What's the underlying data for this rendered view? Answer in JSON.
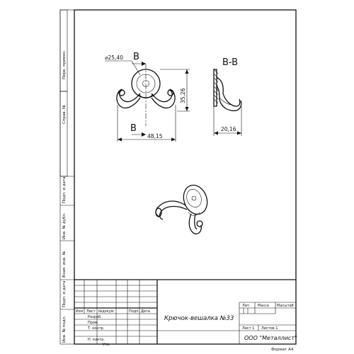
{
  "drawing": {
    "diameter_label": "⌀25,40",
    "section_letter": "B",
    "section_title": "B-B",
    "dim_height": "35,26",
    "dim_width": "48,15",
    "dim_depth": "20,16"
  },
  "side_strip": {
    "perv_primen": "Перв. примен.",
    "sprav_no": "Справ. №",
    "podp_date_top": "Подп. и дата",
    "inv_dubl": "Инв. № дубл.",
    "vzam_inv": "Взам. инв. №",
    "podp_date_bottom": "Подп. и дата",
    "inv_podl": "Инв. № подл."
  },
  "title_block": {
    "col_izm": "Изм",
    "col_list": "Лист",
    "col_doc": "№докум.",
    "col_podp": "Подп.",
    "col_data": "Дата",
    "razrab": "Разраб.",
    "prov": "Пров.",
    "t_kontr": "Т. контр.",
    "n_kontr": "Н. контр.",
    "utv": "Утв.",
    "designation": "Крючок-вешалка №33",
    "lit": "Лит.",
    "massa": "Масса",
    "masshtab": "Масштаб",
    "sheet": "Лист 1",
    "sheets": "Листов 1",
    "company": "ООО \"Металлист\"",
    "format": "Формат А4"
  }
}
